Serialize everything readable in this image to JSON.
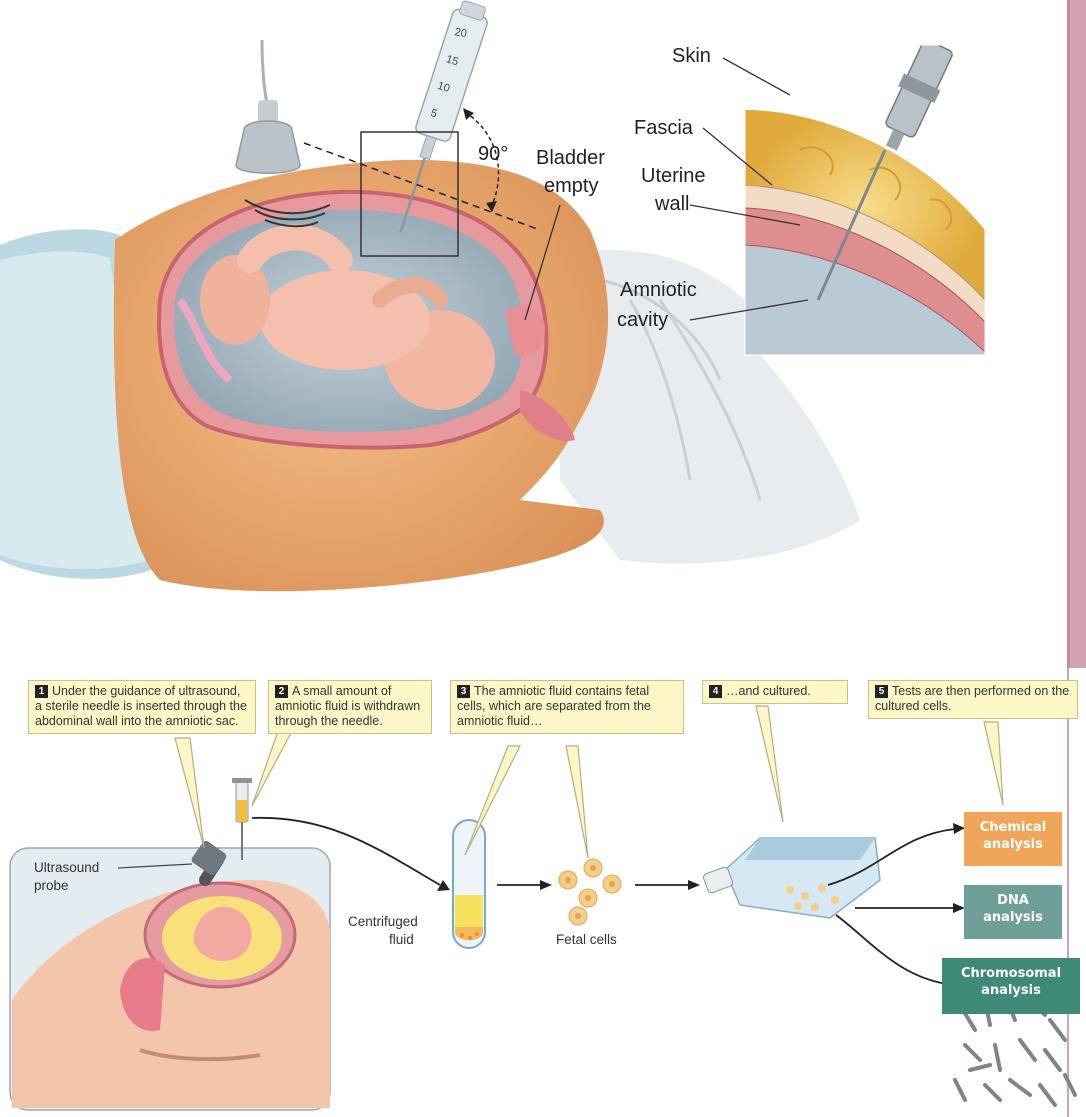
{
  "top_labels": {
    "bladder_line1": "Bladder",
    "bladder_line2": "empty",
    "angle": "90°",
    "skin": "Skin",
    "fascia": "Fascia",
    "uterine_line1": "Uterine",
    "uterine_line2": "wall",
    "amniotic_line1": "Amniotic",
    "amniotic_line2": "cavity",
    "syringe_marks": [
      "20",
      "15",
      "10",
      "5"
    ]
  },
  "steps": [
    {
      "num": "1",
      "text": "Under the guidance of ultrasound, a sterile needle is inserted through the abdominal wall into the amniotic sac."
    },
    {
      "num": "2",
      "text": "A small amount of amniotic fluid is withdrawn through the needle."
    },
    {
      "num": "3",
      "text": "The amniotic fluid contains fetal cells, which are separated from the amniotic fluid…"
    },
    {
      "num": "4",
      "text": "…and cultured."
    },
    {
      "num": "5",
      "text": "Tests are then performed on the cultured cells."
    }
  ],
  "bottom_labels": {
    "probe_line1": "Ultrasound",
    "probe_line2": "probe",
    "centrifuged_line1": "Centrifuged",
    "centrifuged_line2": "fluid",
    "fetal_cells": "Fetal cells"
  },
  "analysis": [
    {
      "line1": "Chemical",
      "line2": "analysis",
      "color": "#f0a65a"
    },
    {
      "line1": "DNA",
      "line2": "analysis",
      "color": "#6e9f99"
    },
    {
      "line1": "Chromosomal",
      "line2": "analysis",
      "color": "#3f8a76"
    }
  ],
  "colors": {
    "accent_bar": "#d4a3b3",
    "callout_fill": "#fdf7c8"
  }
}
